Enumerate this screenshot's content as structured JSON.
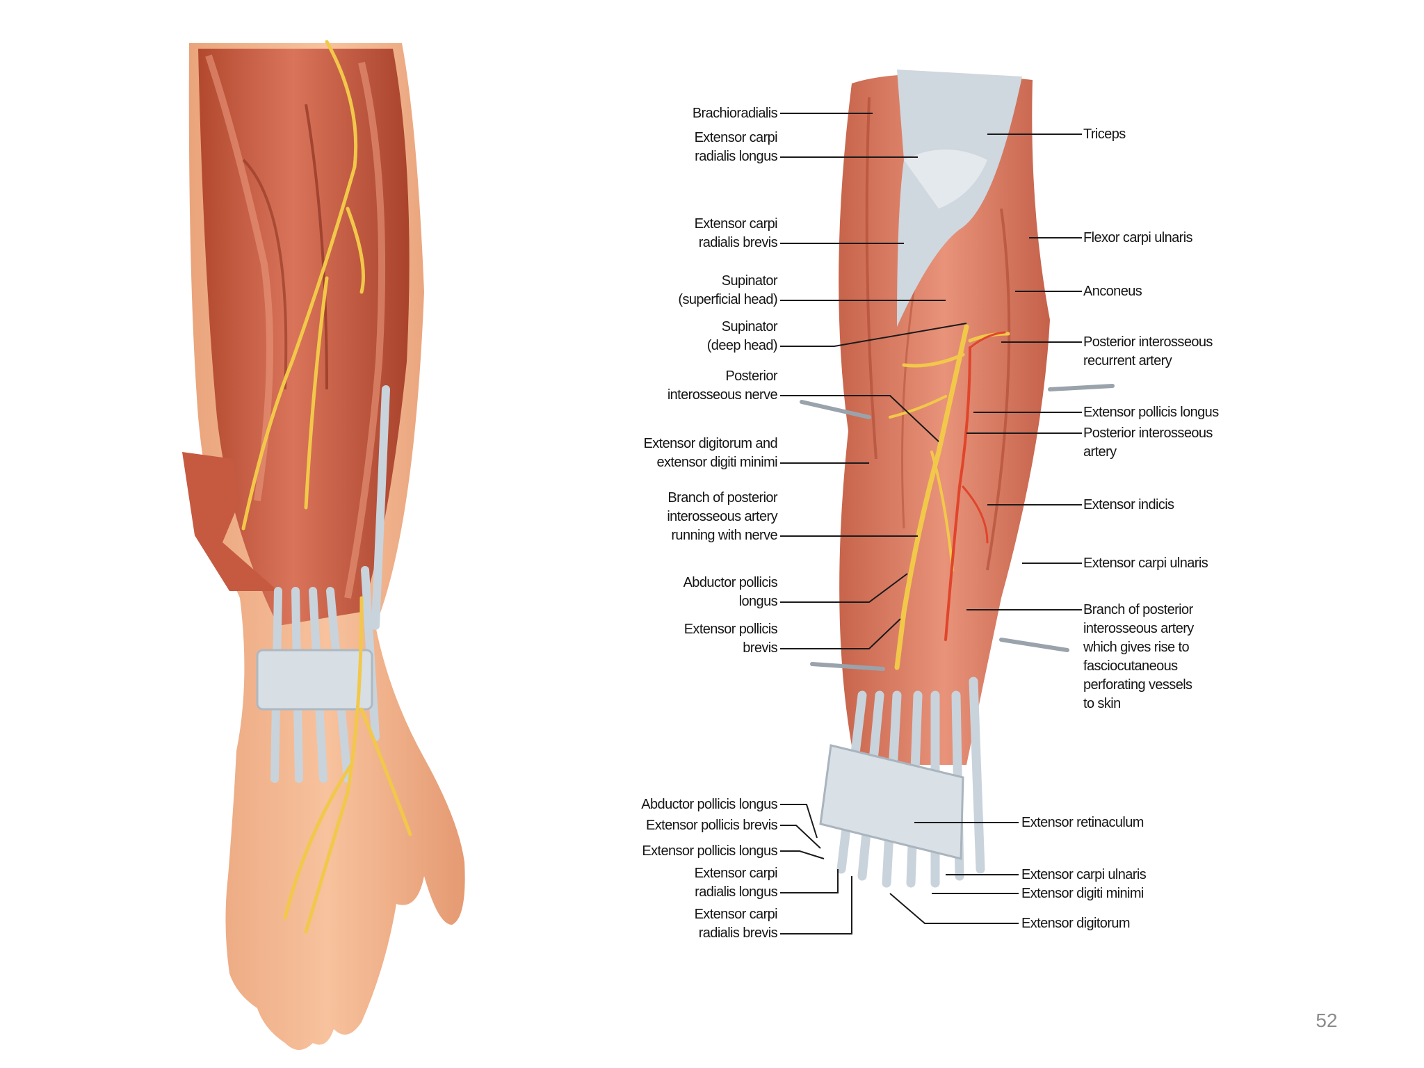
{
  "slide": {
    "page_number": "52"
  },
  "colors": {
    "muscle": "#c95f46",
    "muscle_light": "#e58f74",
    "tendon": "#c9d3dc",
    "nerve": "#f2c84a",
    "artery": "#e0452b",
    "skin": "#f3b68c",
    "leader_line": "#1a1a1a"
  },
  "left_illustration": {
    "subject": "forearm-and-hand-posterior-dissection"
  },
  "right_illustration": {
    "subject": "posterior-forearm-muscles-with-posterior-interosseous-nerve-and-artery",
    "labels_left": [
      {
        "id": "brachioradialis",
        "text": "Brachioradialis"
      },
      {
        "id": "ecrl-upper",
        "text": "Extensor carpi\nradialis longus"
      },
      {
        "id": "ecrb-upper",
        "text": "Extensor carpi\nradialis brevis"
      },
      {
        "id": "supinator-superficial",
        "text": "Supinator\n(superficial head)"
      },
      {
        "id": "supinator-deep",
        "text": "Supinator\n(deep head)"
      },
      {
        "id": "posterior-interosseous-nerve",
        "text": "Posterior\ninterosseous nerve"
      },
      {
        "id": "extensor-digitorum-minimi",
        "text": "Extensor digitorum and\nextensor digiti minimi"
      },
      {
        "id": "branch-pia-nerve",
        "text": "Branch of posterior\ninterosseous artery\nrunning with nerve"
      },
      {
        "id": "apl-upper",
        "text": "Abductor pollicis\nlongus"
      },
      {
        "id": "epb-upper",
        "text": "Extensor pollicis\nbrevis"
      },
      {
        "id": "apl-lower",
        "text": "Abductor pollicis longus"
      },
      {
        "id": "epb-lower",
        "text": "Extensor pollicis brevis"
      },
      {
        "id": "epl-lower",
        "text": "Extensor pollicis longus"
      },
      {
        "id": "ecrl-lower",
        "text": "Extensor carpi\nradialis longus"
      },
      {
        "id": "ecrb-lower",
        "text": "Extensor carpi\nradialis brevis"
      }
    ],
    "labels_right": [
      {
        "id": "triceps",
        "text": "Triceps"
      },
      {
        "id": "fcu",
        "text": "Flexor carpi ulnaris"
      },
      {
        "id": "anconeus",
        "text": "Anconeus"
      },
      {
        "id": "pi-recurrent-artery",
        "text": "Posterior interosseous\nrecurrent artery"
      },
      {
        "id": "epl-upper",
        "text": "Extensor pollicis longus"
      },
      {
        "id": "pi-artery",
        "text": "Posterior interosseous\nartery"
      },
      {
        "id": "extensor-indicis",
        "text": "Extensor indicis"
      },
      {
        "id": "ecu-upper",
        "text": "Extensor carpi ulnaris"
      },
      {
        "id": "branch-pia-skin",
        "text": "Branch of posterior\ninterosseous artery\nwhich gives rise to\nfasciocutaneous\nperforating vessels\nto skin"
      },
      {
        "id": "extensor-retinaculum",
        "text": "Extensor retinaculum"
      },
      {
        "id": "ecu-lower",
        "text": "Extensor carpi ulnaris"
      },
      {
        "id": "edm-lower",
        "text": "Extensor digiti minimi"
      },
      {
        "id": "ed-lower",
        "text": "Extensor digitorum"
      }
    ]
  }
}
